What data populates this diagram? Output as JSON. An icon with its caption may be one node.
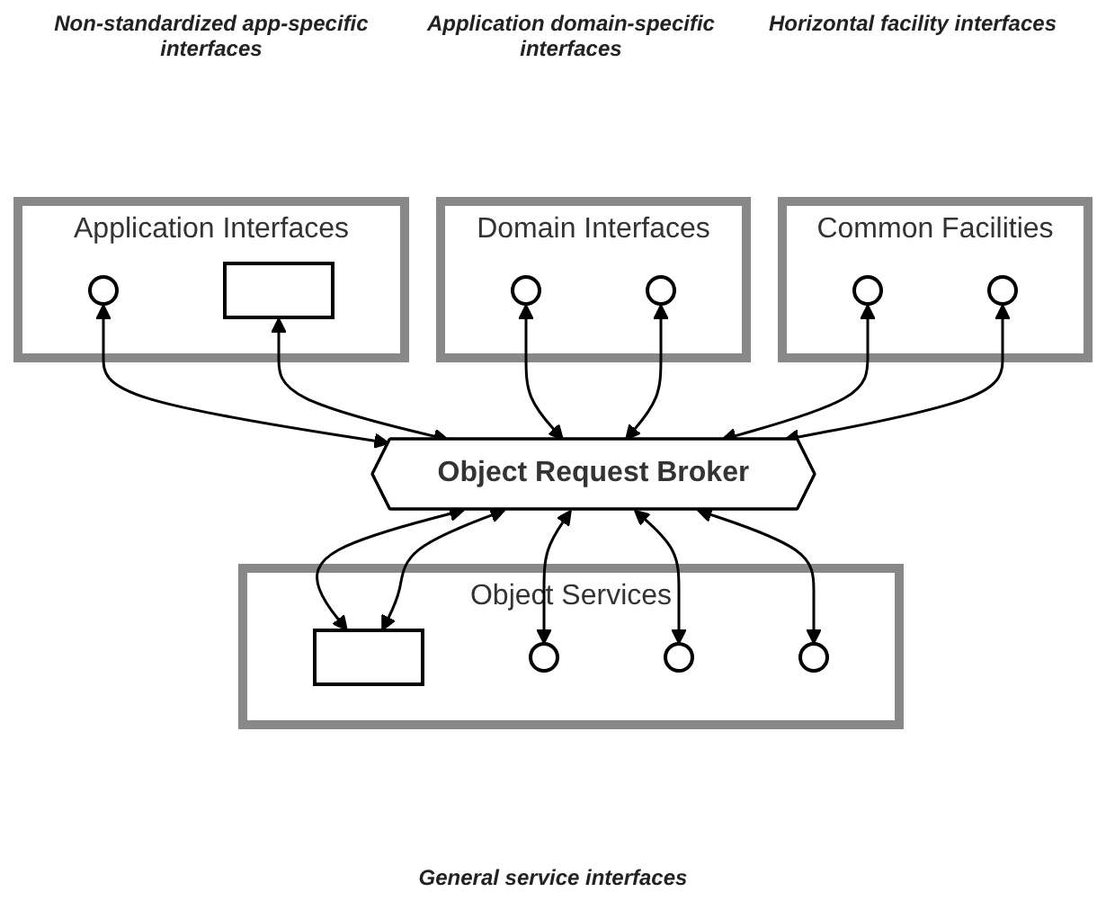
{
  "diagram": {
    "nodes": [
      {
        "text": [
          "Application Interfaces"
        ]
      },
      {
        "text": [],
        "shape": "circle",
        "in": 0
      },
      {
        "text": [],
        "shape": "box",
        "in": 0
      },
      {
        "text": [
          "Domain Interfaces"
        ]
      },
      {
        "text": [],
        "shape": "circle",
        "in": 3
      },
      {
        "text": [],
        "shape": "circle",
        "in": 3
      },
      {
        "text": [
          "Common Facilities"
        ]
      },
      {
        "text": [],
        "shape": "circle",
        "in": 6
      },
      {
        "text": [],
        "shape": "circle",
        "in": 6
      },
      {
        "text": [
          "Object Request Broker"
        ]
      },
      {
        "text": [
          "Object Services"
        ]
      },
      {
        "text": [],
        "shape": "box",
        "in": 10
      },
      {
        "text": [],
        "shape": "circle",
        "in": 10
      },
      {
        "text": [],
        "shape": "circle",
        "in": 10
      },
      {
        "text": [],
        "shape": "circle",
        "in": 10
      }
    ],
    "edges": [
      {
        "from": 1,
        "to": 9,
        "arrow": "both"
      },
      {
        "from": 2,
        "to": 9,
        "arrow": "both"
      },
      {
        "from": 4,
        "to": 9,
        "arrow": "both"
      },
      {
        "from": 5,
        "to": 9,
        "arrow": "both"
      },
      {
        "from": 7,
        "to": 9,
        "arrow": "both"
      },
      {
        "from": 8,
        "to": 9,
        "arrow": "both"
      },
      {
        "from": 9,
        "to": 11,
        "arrow": "both"
      },
      {
        "from": 9,
        "to": 11,
        "arrow": "both"
      },
      {
        "from": 9,
        "to": 12,
        "arrow": "both"
      },
      {
        "from": 9,
        "to": 13,
        "arrow": "both"
      },
      {
        "from": 9,
        "to": 14,
        "arrow": "both"
      }
    ],
    "labels": [
      "Non-standardized app-specific interfaces",
      "Application domain-specific interfaces",
      "Horizontal facility interfaces",
      "General service interfaces"
    ]
  }
}
